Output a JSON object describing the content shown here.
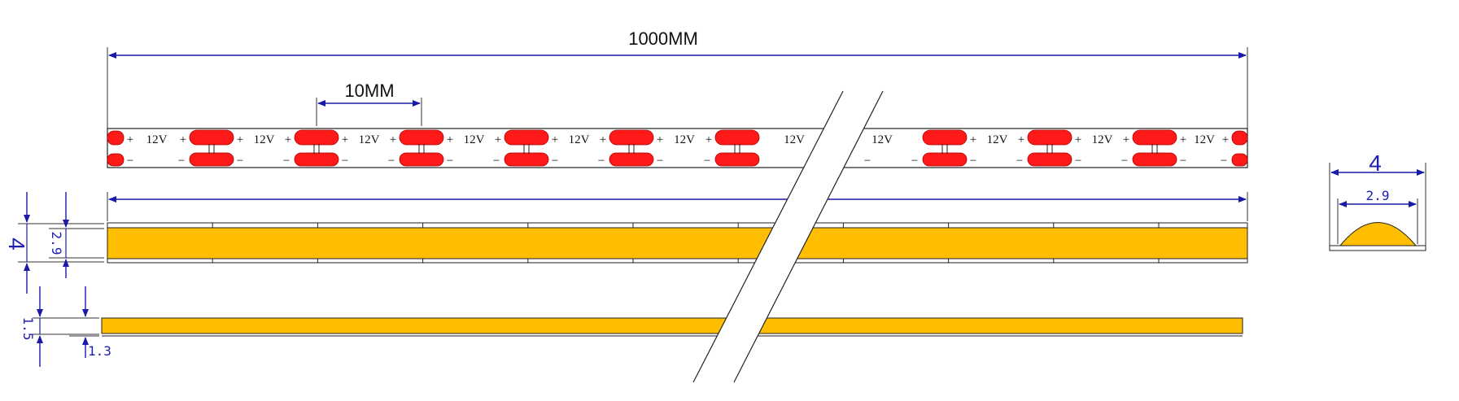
{
  "dimensions": {
    "total_length": "1000MM",
    "segment_length": "10MM",
    "width": "4",
    "emitter_width": "2.9",
    "total_thickness": "1.5",
    "board_thickness": "1.3",
    "section_width": "4",
    "section_emitter_width": "2.9"
  },
  "circuit": {
    "plus": "+",
    "minus": "−",
    "voltage": "12V",
    "voltage_break": "12V",
    "voltage_resume": "12V"
  },
  "colors": {
    "dimension_line": "#1a1aa8",
    "dimension_text_blue": "#2020b0",
    "led_red": "#ff1a1a",
    "phosphor_yellow": "#ffbf00",
    "outline": "#222222"
  }
}
